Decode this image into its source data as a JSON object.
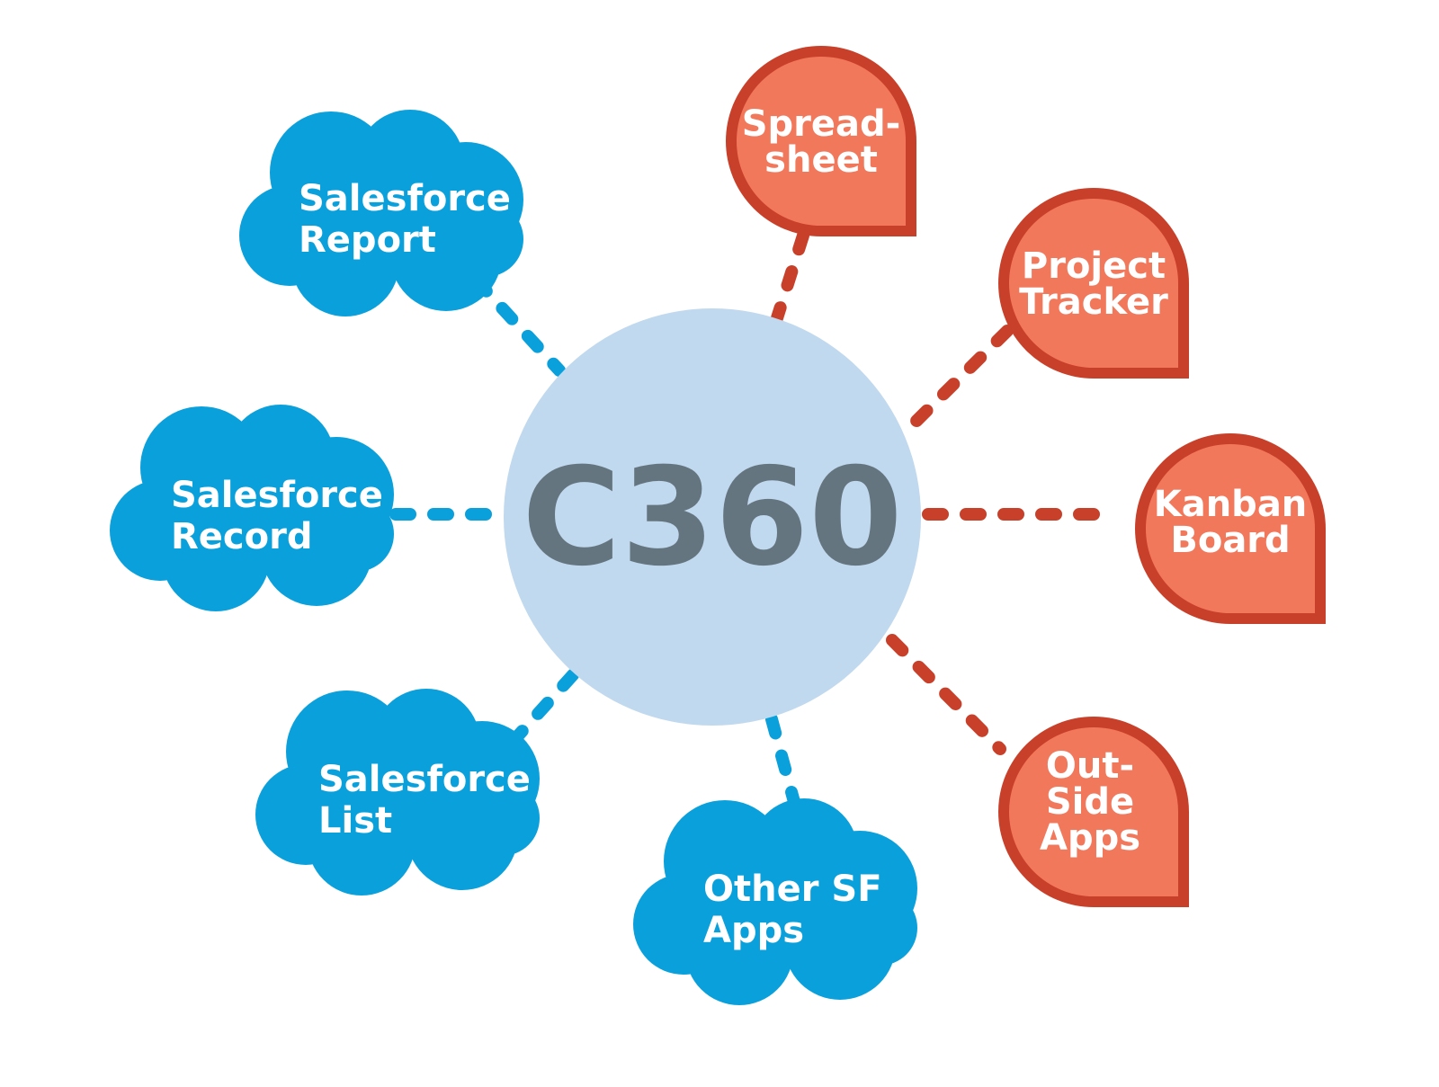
{
  "center": {
    "label": "C360"
  },
  "salesforce_nodes": [
    {
      "lines": [
        "Salesforce",
        "Report"
      ]
    },
    {
      "lines": [
        "Salesforce",
        "Record"
      ]
    },
    {
      "lines": [
        "Salesforce",
        "List"
      ]
    },
    {
      "lines": [
        "Other SF",
        "Apps"
      ]
    }
  ],
  "external_nodes": [
    {
      "lines": [
        "Spread-",
        "sheet"
      ]
    },
    {
      "lines": [
        "Project",
        "Tracker"
      ]
    },
    {
      "lines": [
        "Kanban",
        "Board"
      ]
    },
    {
      "lines": [
        "Out-",
        "Side",
        "Apps"
      ]
    }
  ],
  "colors": {
    "salesforce": "#0aa0dc",
    "external_fill": "#f2785c",
    "external_border": "#c9402a",
    "center_fill": "#c0d9ee",
    "center_text": "#65757f",
    "background": "#ffffff"
  },
  "icons": {
    "salesforce_node": "cloud-icon",
    "external_node": "location-tag-icon"
  }
}
